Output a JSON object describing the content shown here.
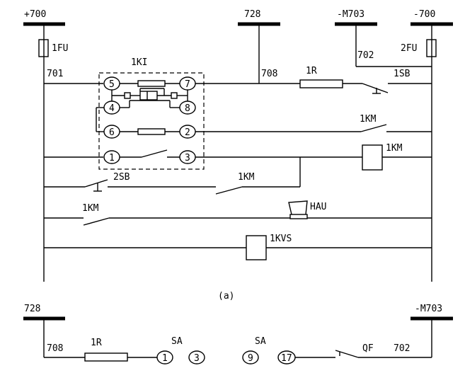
{
  "buses": {
    "p700": "+700",
    "b728": "728",
    "m703": "-M703",
    "n700": "-700",
    "b728_lower": "728",
    "m703_lower": "-M703"
  },
  "nodes": {
    "n701": "701",
    "n708": "708",
    "n702": "702",
    "n708_lower": "708",
    "n702_lower": "702"
  },
  "components": {
    "fuse1": "1FU",
    "fuse2": "2FU",
    "relay": "1KI",
    "resistor": "1R",
    "stop_button": "1SB",
    "start_button": "2SB",
    "contact_1km_a": "1KM",
    "contact_1km_b": "1KM",
    "contact_1km_c": "1KM",
    "coil_1km": "1KM",
    "horn": "HAU",
    "coil_1kvs": "1KVS",
    "resistor_lower": "1R",
    "switch_sa1": "SA",
    "switch_sa2": "SA",
    "breaker_qf": "QF"
  },
  "terminals": {
    "t5": "5",
    "t7": "7",
    "t4": "4",
    "t8": "8",
    "t6": "6",
    "t2": "2",
    "t1": "1",
    "t3": "3",
    "sa_1": "1",
    "sa_3": "3",
    "sa_9": "9",
    "sa_17": "17"
  },
  "caption": "(a)"
}
